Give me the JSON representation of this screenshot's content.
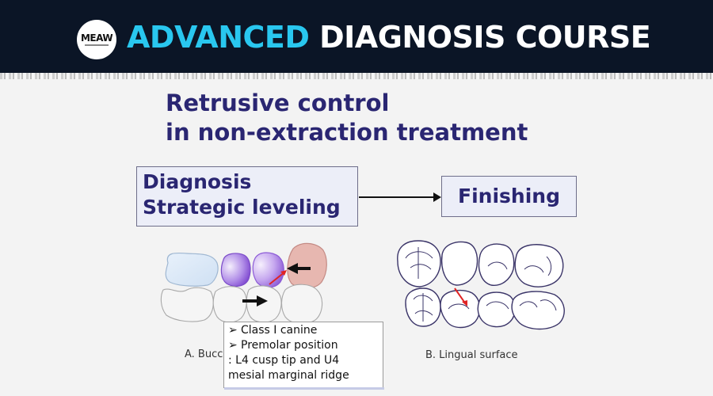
{
  "banner": {
    "logo_text": "MEAW",
    "title_accent": "ADVANCED",
    "title_rest": "DIAGNOSIS COURSE",
    "background": "#0b1526",
    "accent_color": "#29c7ef"
  },
  "slide": {
    "title_line1": "Retrusive control",
    "title_line2": "in non-extraction treatment",
    "diagnosis_box": {
      "line1": "Diagnosis",
      "line2": "Strategic leveling"
    },
    "finishing_box": "Finishing",
    "caption_a": "A. Buccal surface",
    "caption_b": "B. Lingual surface",
    "note": {
      "bullet_icon": "arrowhead-bullet-icon",
      "bullet_glyph": "➢",
      "item1": "Class I canine",
      "item2": "Premolar position",
      "item3": ": L4 cusp tip and U4",
      "item4": "mesial marginal ridge"
    },
    "colors": {
      "title": "#2a2672",
      "molar_highlight": "#e7b7b0",
      "premolar_highlight": "#8c5bd6",
      "canine_highlight": "#d6e6f6",
      "marker_red": "#e02424"
    }
  }
}
